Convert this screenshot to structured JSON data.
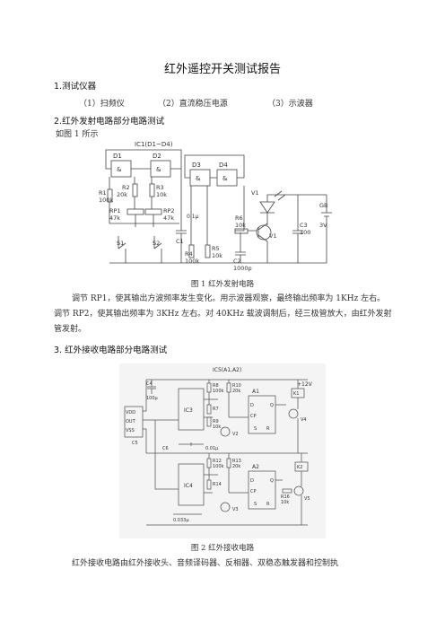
{
  "doc": {
    "title": "红外遥控开关测试报告",
    "section1": "1.测试仪器",
    "instruments": [
      "（1）扫频仪",
      "（2）直流稳压电源",
      "（3）示波器"
    ],
    "section2": "2.红外发射电路部分电路测试",
    "fig_ref": "如图 1 所示",
    "fig1_caption": "图 1  红外发射电路",
    "para1": "调节 RP1，使其输出方波频率发生变化。用示波器观察，最终输出频率为 1KHz 左右。调节 RP2，使其输出频率为 3KHz 左右。对 40KHz 载波调制后，经三极管放大，由红外发射管发射。",
    "section3": "3. 红外接收电路部分电路测试",
    "fig2_caption": "图 2  红外接收电路",
    "para2": "红外接收电路由红外接收头、音频译码器、反相器、双稳态触发器和控制执"
  },
  "fig1": {
    "ic_label": "IC1(D1~D4)",
    "gates": [
      "D1",
      "D2",
      "D3",
      "D4"
    ],
    "amp": "&",
    "r1": "R1",
    "r1v": "100k",
    "r2": "R2",
    "r2v": "20k",
    "r3": "R3",
    "r3v": "10k",
    "rp1": "RP1",
    "rp1v": "47k",
    "rp2": "RP2",
    "rp2v": "47k",
    "c1": "C1",
    "c1v": "0.1μ",
    "r4": "R4",
    "r4v": "100k",
    "r5": "R5",
    "r5v": "10k",
    "r6": "R6",
    "r6v": "10k",
    "c2": "C2",
    "c2v": "1000p",
    "v1": "V1",
    "vled": "V1",
    "c3": "C3",
    "c3v": "100",
    "gb": "GB",
    "gbv": "3V",
    "s1": "S1",
    "s2": "S2"
  },
  "fig2": {
    "ic_label": "IC5(A1,A2)",
    "ic3": "IC3",
    "ic4": "IC4",
    "a1": "A1",
    "a2": "A2",
    "k1": "K1",
    "k2": "K2",
    "vdd": "VDD",
    "out": "OUT",
    "vss": "VSS",
    "r8": "R8",
    "r8v": "100k",
    "r10": "R10",
    "r10v": "20k",
    "r7": "R7",
    "r9": "R9",
    "r9v": "10k",
    "r12": "R12",
    "r12v": "100k",
    "r13": "R13",
    "r13v": "20k",
    "r14": "R14",
    "r16": "R16",
    "r16v": "10k",
    "v2": "V2",
    "v3": "V3",
    "v4": "V4",
    "v5": "V5",
    "c4": "C4",
    "c4v": "100μ",
    "c5": "C5",
    "c6": "C6",
    "cap1": "0.01μ",
    "cap2": "0.033μ",
    "vcc": "+12V",
    "pins_d": "D",
    "pins_cp": "CP",
    "pins_q": "Q",
    "pins_s": "S",
    "pins_r": "R"
  }
}
